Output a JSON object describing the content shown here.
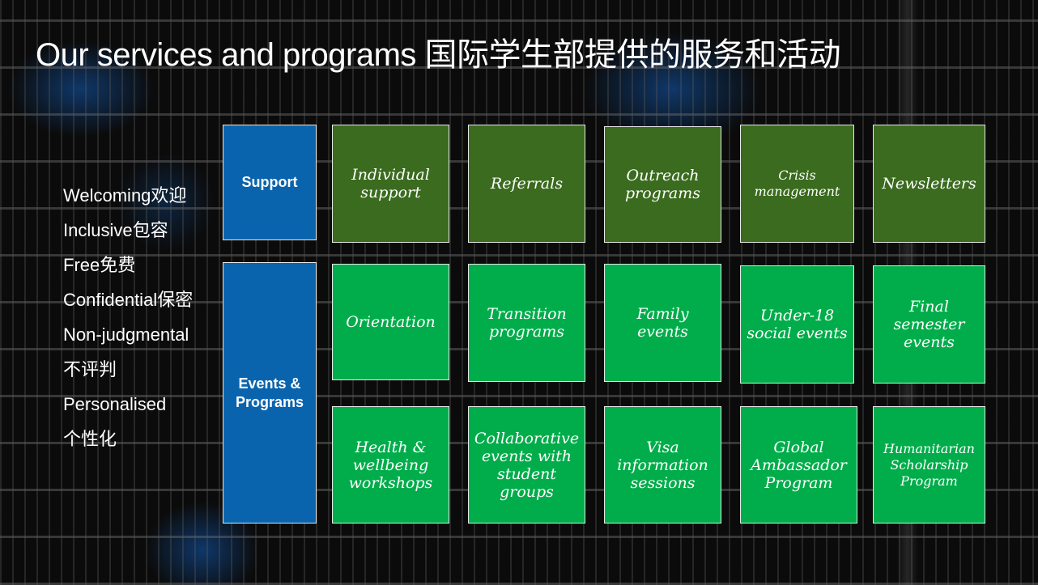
{
  "title": "Our services and programs 国际学生部提供的服务和活动",
  "values": [
    "Welcoming欢迎",
    "Inclusive包容",
    "Free免费",
    "Confidential保密",
    "Non-judgmental",
    "不评判",
    "Personalised",
    "个性化"
  ],
  "categories": {
    "support": "Support",
    "events": "Events & Programs"
  },
  "support_tiles": [
    "Individual support",
    "Referrals",
    "Outreach programs",
    "Crisis management",
    "Newsletters"
  ],
  "events_row1": [
    "Orientation",
    "Transition programs",
    "Family events",
    "Under-18 social events",
    "Final semester events"
  ],
  "events_row2": [
    "Health & wellbeing workshops",
    "Collaborative events with student groups",
    "Visa information sessions",
    "Global Ambassador Program",
    "Humanitarian Scholarship Program"
  ],
  "colors": {
    "category_blue": "#0a64ad",
    "support_green": "#3a6b1e",
    "events_green": "#00ad4a",
    "background": "#0b0b0b"
  }
}
